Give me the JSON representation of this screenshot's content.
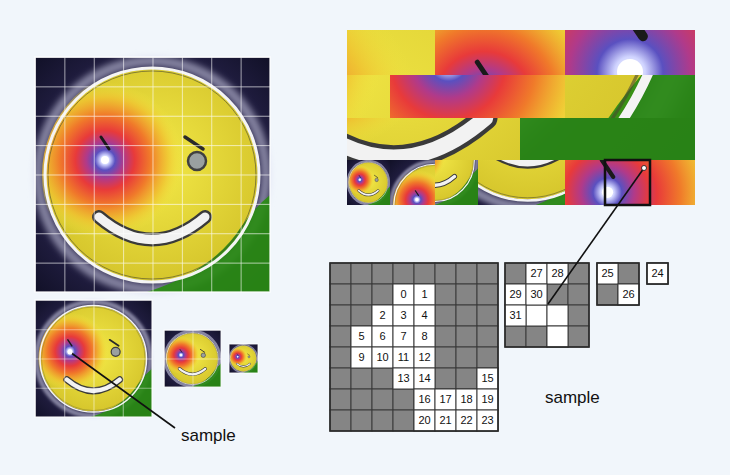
{
  "diagram": {
    "labels": [
      "sample",
      "0",
      "1",
      "2",
      "3",
      "4",
      "5",
      "6",
      "7",
      "8",
      "9",
      "10",
      "11",
      "12",
      "13",
      "14",
      "15",
      "16",
      "17",
      "18",
      "19",
      "20",
      "21",
      "22",
      "23",
      "27",
      "28",
      "29",
      "30",
      "31",
      "25",
      "26",
      "24",
      "sample"
    ]
  }
}
